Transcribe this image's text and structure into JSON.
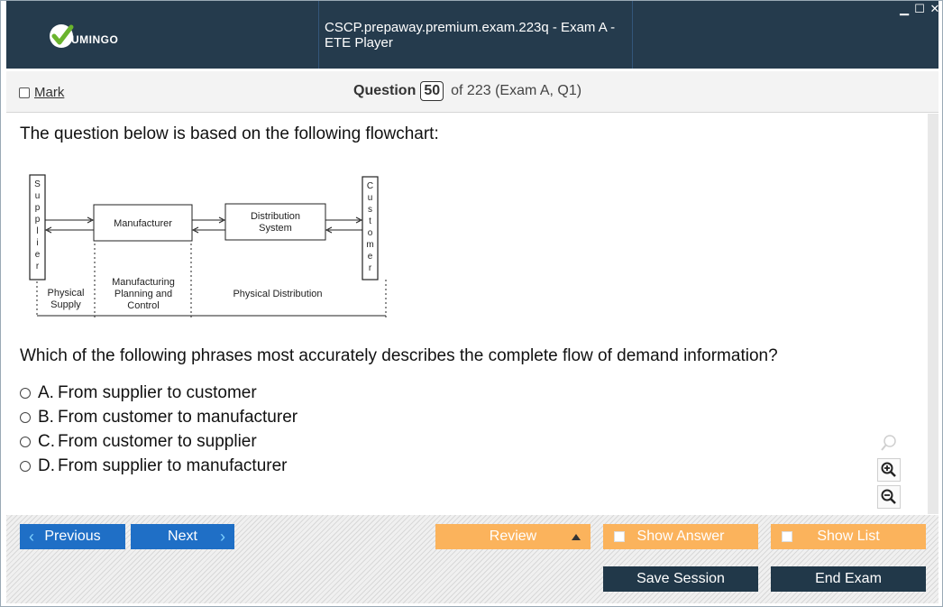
{
  "app": {
    "logo_text": "UMINGO",
    "title": "CSCP.prepaway.premium.exam.223q - Exam A - ETE Player",
    "window_controls": [
      "minimize-icon",
      "maximize-icon",
      "close-icon"
    ]
  },
  "header": {
    "mark_label": "Mark",
    "question_label": "Question",
    "question_number": "50",
    "question_of": "of 223 (Exam A, Q1)"
  },
  "content": {
    "intro": "The question below is based on the following flowchart:",
    "flowchart": {
      "supplier": [
        "S",
        "u",
        "p",
        "p",
        "l",
        "i",
        "e",
        "r"
      ],
      "customer": [
        "C",
        "u",
        "s",
        "t",
        "o",
        "m",
        "e",
        "r"
      ],
      "manufacturer": "Manufacturer",
      "distribution_1": "Distribution",
      "distribution_2": "System",
      "physical_supply_1": "Physical",
      "physical_supply_2": "Supply",
      "mpc_1": "Manufacturing",
      "mpc_2": "Planning and",
      "mpc_3": "Control",
      "physical_distribution": "Physical Distribution"
    },
    "question": "Which of the following phrases most accurately describes the complete flow of demand information?",
    "options": [
      {
        "letter": "A.",
        "text": "From supplier to customer"
      },
      {
        "letter": "B.",
        "text": "From customer to manufacturer"
      },
      {
        "letter": "C.",
        "text": "From customer to supplier"
      },
      {
        "letter": "D.",
        "text": "From supplier to manufacturer"
      }
    ]
  },
  "footer": {
    "previous": "Previous",
    "next": "Next",
    "review": "Review",
    "show_answer": "Show Answer",
    "show_list": "Show List",
    "save_session": "Save Session",
    "end_exam": "End Exam"
  },
  "colors": {
    "titlebar": "#253b4d",
    "nav_blue": "#1f6fc6",
    "orange": "#fbb35c",
    "navy": "#213849"
  }
}
